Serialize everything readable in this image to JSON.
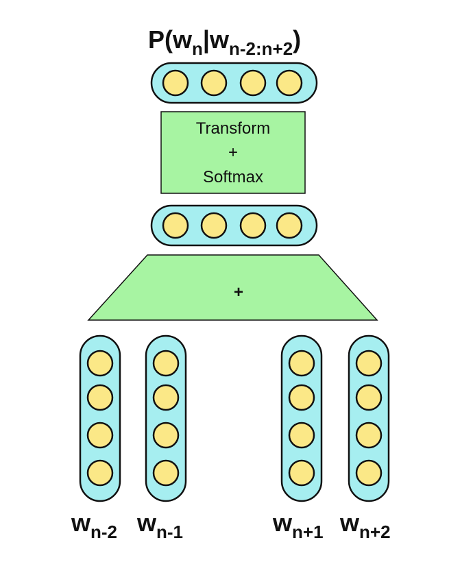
{
  "output_label": {
    "main": "P(w",
    "sub1": "n",
    "mid": "|w",
    "sub2": "n-2:n+2",
    "close": ")"
  },
  "transform_box": {
    "line1": "Transform",
    "line2": "+",
    "line3": "Softmax"
  },
  "sum_op": "+",
  "inputs": [
    {
      "w": "w",
      "sub": "n-2"
    },
    {
      "w": "w",
      "sub": "n-1"
    },
    {
      "w": "w",
      "sub": "n+1"
    },
    {
      "w": "w",
      "sub": "n+2"
    }
  ],
  "colors": {
    "vector": "#a6eef0",
    "unit": "#fbe887",
    "layer": "#a7f4a2"
  }
}
